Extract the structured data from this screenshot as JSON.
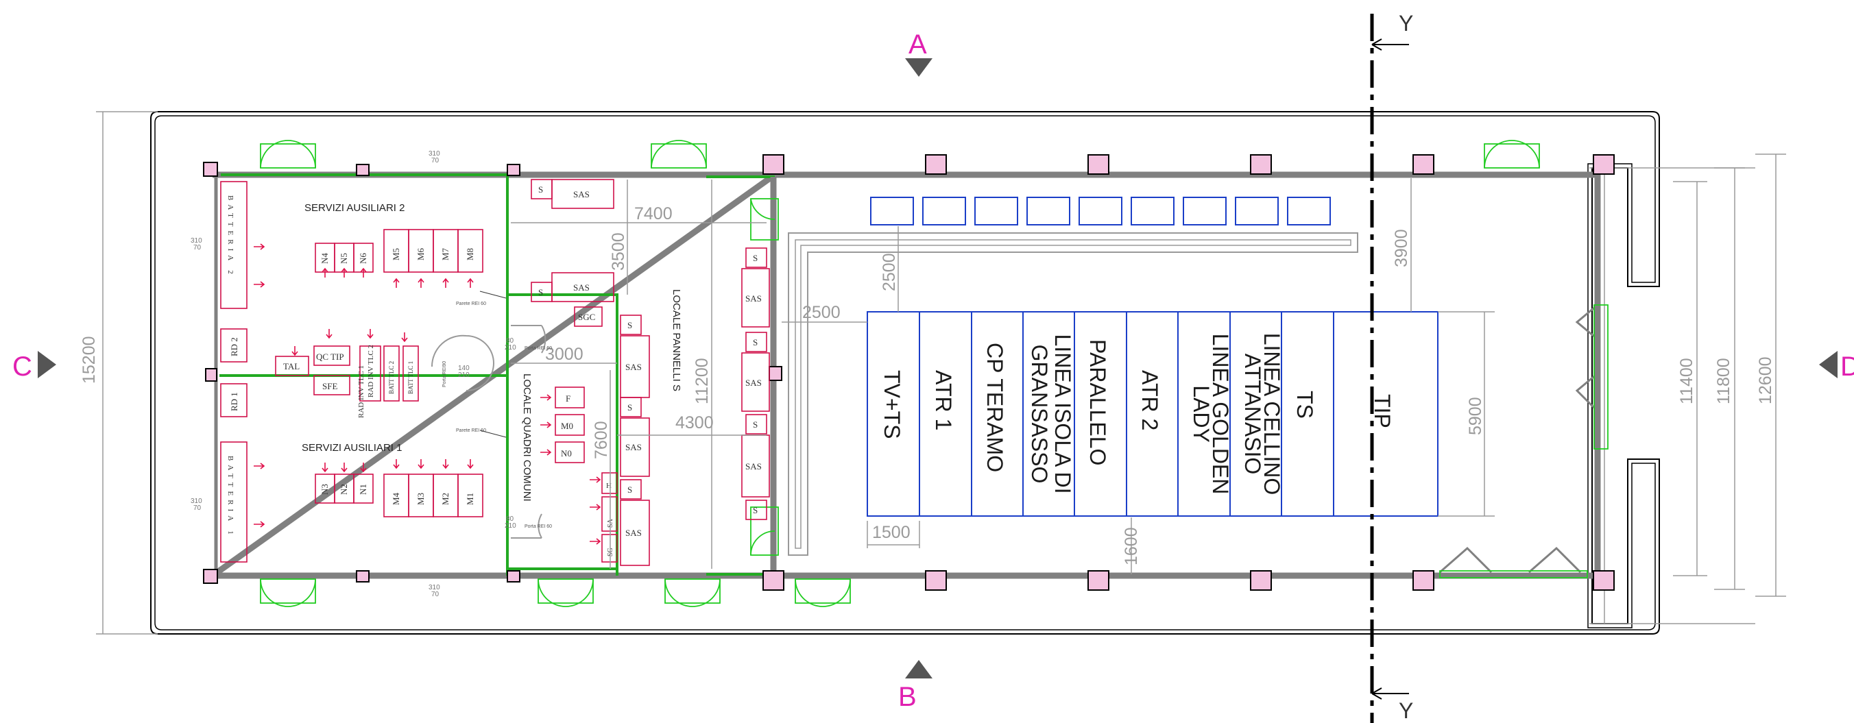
{
  "sections": {
    "a": "A",
    "b": "B",
    "c": "C",
    "d": "D",
    "y_top": "Y",
    "y_bottom": "Y"
  },
  "rooms": {
    "servizi2": "SERVIZI AUSILIARI 2",
    "servizi1": "SERVIZI AUSILIARI 1",
    "quadri": "LOCALE QUADRI COMUNI",
    "pannelli": "LOCALE PANNELLI S"
  },
  "dims": {
    "total_height": "15200",
    "d11200": "11200",
    "d7400": "7400",
    "d3500": "3500",
    "d3000": "3000",
    "d7600": "7600",
    "d4300": "4300",
    "d2500_v": "2500",
    "d2500_h": "2500",
    "d3900": "3900",
    "d5900": "5900",
    "d1500": "1500",
    "d1600": "1600",
    "d11400": "11400",
    "d11800": "11800",
    "d12600": "12600"
  },
  "small": {
    "w310_70": [
      "310",
      "70"
    ],
    "w140_210": [
      "140",
      "210"
    ],
    "w80_210": [
      "80",
      "210"
    ],
    "porta_rei60": "Porta REI 60",
    "parete_rei60": "Parete REI 60",
    "porta_rei90": "Porta REI90"
  },
  "equipment": {
    "batteria2": "BATTERIA 2",
    "batteria1": "BATTERIA 1",
    "rd2": "RD 2",
    "rd1": "RD 1",
    "tal": "TAL",
    "qctip": "QC TIP",
    "sfe": "SFE",
    "radinv2": "RAD INV TLC 2",
    "radinv1": "RAD INV TLC 1",
    "batt2": "BATT TLC 2",
    "batt1": "BATT TLC 1",
    "top_row": [
      "N4",
      "N5",
      "N6",
      "M5",
      "M6",
      "M7",
      "M8"
    ],
    "bottom_row": [
      "N3",
      "N2",
      "N1",
      "M4",
      "M3",
      "M2",
      "M1"
    ],
    "quadri": [
      "F",
      "M0",
      "N0"
    ],
    "sgc": "SGC",
    "s": "S",
    "sas": "SAS",
    "h": "H",
    "sg": "SG",
    "sa": "SA"
  },
  "panels": [
    "TV+TS",
    "ATR 1",
    "CP TERAMO",
    "LINEA ISOLA DI GRANSASSO",
    "PARALLELO",
    "ATR 2",
    "LINEA GOLDEN LADY",
    "LINEA CELLINO ATTANASIO",
    "TS",
    "TIP"
  ],
  "colors": {
    "section": "#e020b0",
    "wall": "#808080",
    "green": "#22aa22",
    "pink": "#d0104a",
    "blue": "#1a3ec8"
  }
}
